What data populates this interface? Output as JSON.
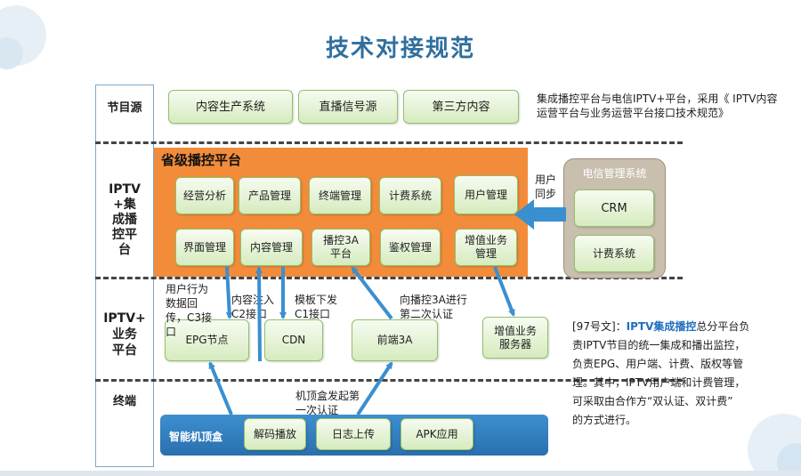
{
  "title": "技术对接规范",
  "categories": {
    "source": "节目源",
    "integrated": "IPTV+集成播控平台",
    "integrated_lines": [
      "IPTV",
      "+集",
      "成播",
      "控平",
      "台"
    ],
    "business": "IPTV+业务平台",
    "business_lines": [
      "IPTV+",
      "业务",
      "平台"
    ],
    "terminal": "终端"
  },
  "sources": [
    "内容生产系统",
    "直播信号源",
    "第三方内容"
  ],
  "source_note": "集成播控平台与电信IPTV+平台，采用《 IPTV内容运营平台与业务运营平台接口技术规范》",
  "source_note_lines": [
    "集成播控平台与电信IPTV+平台，采用《 IPTV内容",
    "运营平台与业务运营平台接口技术规范》"
  ],
  "provincial": {
    "title": "省级播控平台",
    "row1": [
      "经营分析",
      "产品管理",
      "终端管理",
      "计费系统",
      "用户管理"
    ],
    "row2": [
      "界面管理",
      "内容管理",
      "播控3A平台",
      "鉴权管理",
      "增值业务管理"
    ],
    "row2_lines": [
      [
        "界面管理"
      ],
      [
        "内容管理"
      ],
      [
        "播控3A",
        "平台"
      ],
      [
        "鉴权管理"
      ],
      [
        "增值业务",
        "管理"
      ]
    ]
  },
  "telecom": {
    "title": "电信管理系统",
    "items": [
      "CRM",
      "计费系统"
    ],
    "sync_label": "用户同步",
    "sync_lines": [
      "用户",
      "同步"
    ]
  },
  "business": {
    "nodes": [
      "EPG节点",
      "CDN",
      "前端3A",
      "增值业务服务器"
    ],
    "vas_lines": [
      "增值业务",
      "服务器"
    ]
  },
  "labels": {
    "user_behavior": [
      "用户行为",
      "数据回",
      "传，C3接",
      "口"
    ],
    "content_inject": [
      "内容注入",
      "C2接口"
    ],
    "template": [
      "模板下发",
      "C1接口"
    ],
    "second_auth": [
      "向播控3A进行",
      "第二次认证"
    ],
    "first_auth": [
      "机顶盒发起第",
      "一次认证"
    ]
  },
  "stb": {
    "title": "智能机顶盒",
    "items": [
      "解码播放",
      "日志上传",
      "APK应用"
    ]
  },
  "note": {
    "prefix": "[97号文]：",
    "highlight": "IPTV集成播控",
    "text_lines": [
      "总分平台负",
      "责IPTV节目的统一集成和播出监控，",
      "负责EPG、用户端、计费、版权等管",
      "理。其中，IPTV用户端和计费管理，",
      "可采取由合作方“双认证、双计费”",
      "的方式进行。"
    ]
  },
  "colors": {
    "title": "#2f6f9e",
    "orange_panel": "#f28c3a",
    "green_box": "#d6ebbf",
    "telecom_panel": "#c9bfae",
    "stb_panel": "#2a6fae",
    "arrow": "#3a8fd0"
  }
}
